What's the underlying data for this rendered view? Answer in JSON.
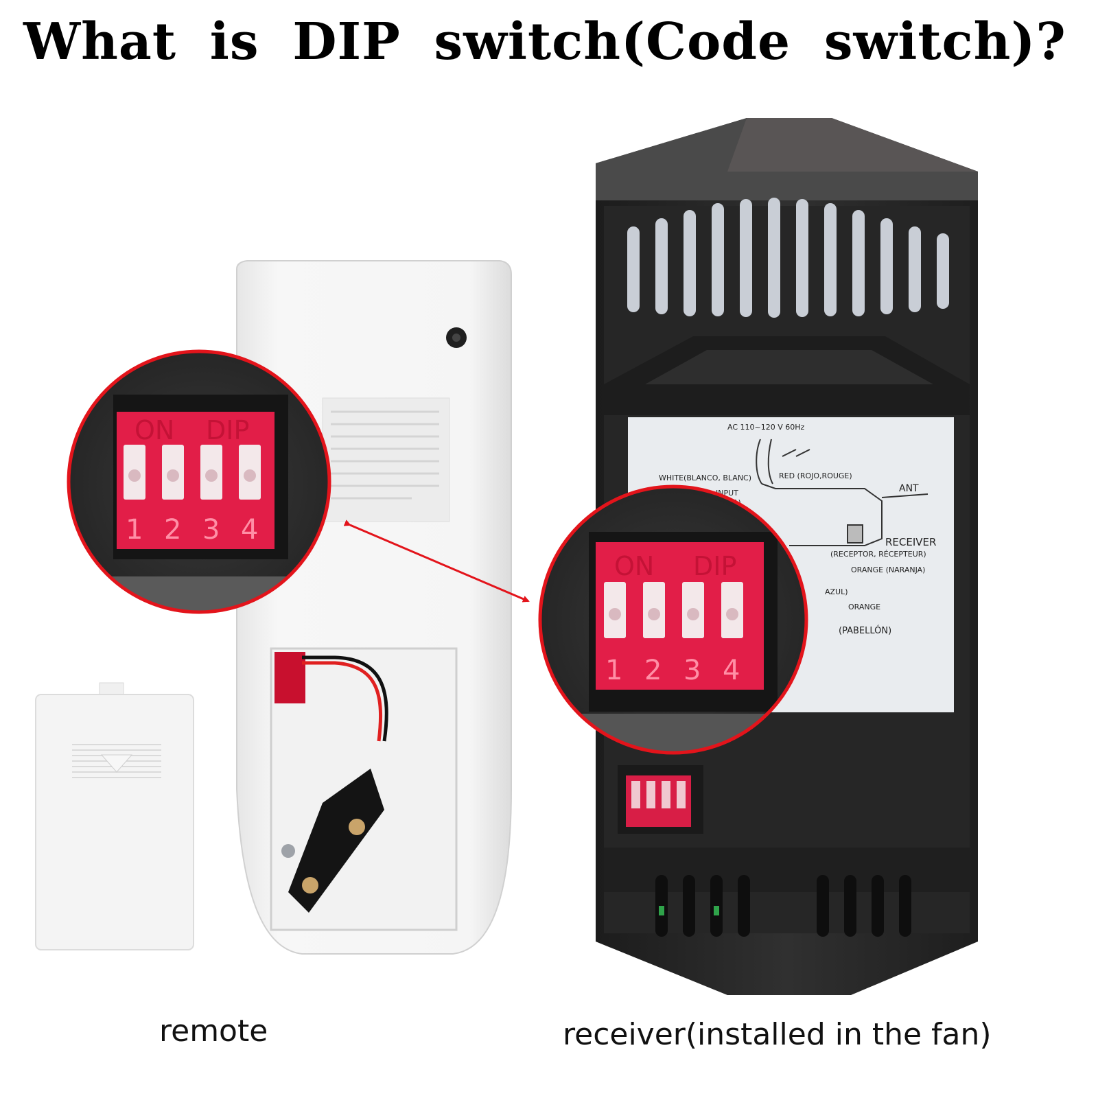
{
  "headline": "What  is  DIP  switch(Code switch)?",
  "captions": {
    "remote": "remote",
    "receiver": "receiver(installed in the fan)"
  },
  "dip_switch": {
    "on_label": "ON",
    "dip_label": "DIP",
    "positions": [
      "1",
      "2",
      "3",
      "4"
    ]
  },
  "receiver_label": {
    "voltage": "AC 110~120 V 60Hz",
    "white_wire": "WHITE(BLANCO, BLANC)",
    "red_wire": "RED (ROJO,ROUGE)",
    "input": "INPUT",
    "input_partial": "RADA)",
    "ant": "ANT",
    "receiver": "RECEIVER",
    "receiver_sub": "(RECEPTOR, RÉCEPTEUR)",
    "orange_1": "ORANGE (NARANJA)",
    "blue_partial": "AZUL)",
    "orange_2": "ORANGE",
    "canopy_partial": "(PABELLÓN)"
  },
  "colors": {
    "dip_red": "#e21e48",
    "arrow_red": "#e3141b",
    "receiver_body": "#2b2b2b",
    "remote_body": "#f4f4f4"
  }
}
